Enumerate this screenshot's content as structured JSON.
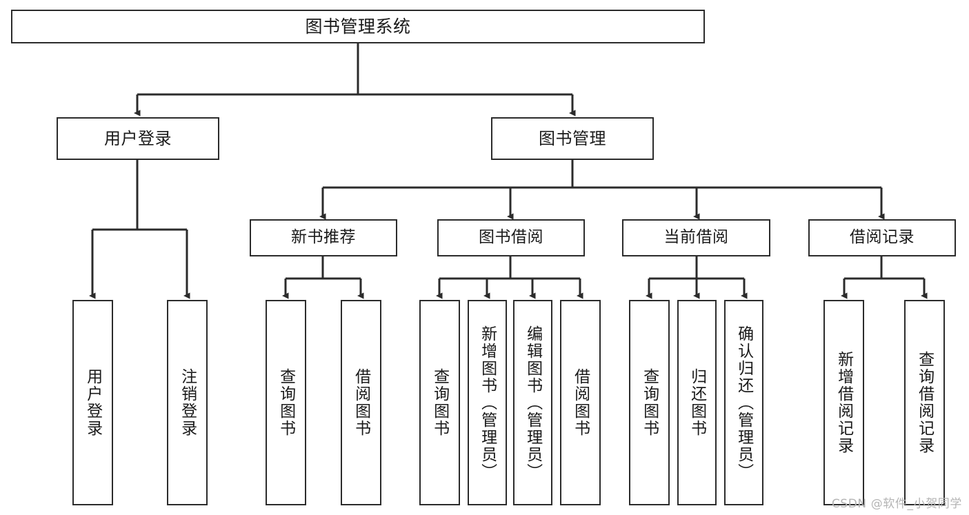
{
  "diagram": {
    "title": "图书管理系统",
    "watermark": "CSDN @软件_小贺同学",
    "root": {
      "label": "图书管理系统"
    },
    "level2": [
      {
        "label": "用户登录"
      },
      {
        "label": "图书管理"
      }
    ],
    "level3": [
      {
        "label": "新书推荐"
      },
      {
        "label": "图书借阅"
      },
      {
        "label": "当前借阅"
      },
      {
        "label": "借阅记录"
      }
    ],
    "leaves": {
      "user_login": [
        {
          "label": "用户登录"
        },
        {
          "label": "注销登录"
        }
      ],
      "new_book": [
        {
          "label": "查询图书"
        },
        {
          "label": "借阅图书"
        }
      ],
      "borrow_book": [
        {
          "label": "查询图书"
        },
        {
          "label": "新增图书（管理员）"
        },
        {
          "label": "编辑图书（管理员）"
        },
        {
          "label": "借阅图书"
        }
      ],
      "current_borrow": [
        {
          "label": "查询图书"
        },
        {
          "label": "归还图书"
        },
        {
          "label": "确认归还（管理员）"
        }
      ],
      "borrow_record": [
        {
          "label": "新增借阅记录"
        },
        {
          "label": "查询借阅记录"
        }
      ]
    },
    "colors": {
      "stroke": "#2b2b2b",
      "fill": "#ffffff",
      "text": "#1a1a1a",
      "watermark": "#b4b4b4"
    }
  }
}
